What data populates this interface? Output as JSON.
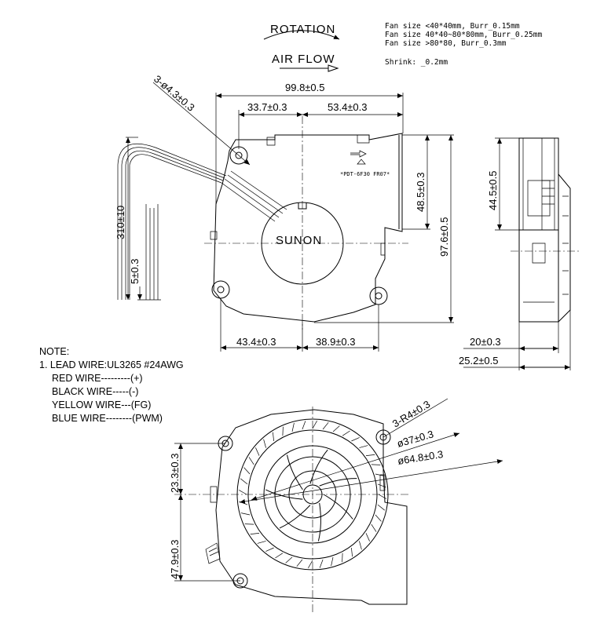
{
  "header": {
    "rotation": "ROTATION",
    "air_flow": "AIR FLOW"
  },
  "spec": {
    "line1": "Fan size <40*40mm, Burr_0.15mm",
    "line2": "Fan size 40*40~80*80mm, Burr_0.25mm",
    "line3": "Fan size >80*80, Burr_0.3mm",
    "shrink": "Shrink: _0.2mm"
  },
  "front_view": {
    "hole_dim": "3-ø4.3±0.3",
    "width_total": "99.8±0.5",
    "width_left": "33.7±0.3",
    "width_right": "53.4±0.3",
    "outlet_height": "48.5±0.3",
    "total_height": "97.6±0.5",
    "lead_length": "310±10",
    "strip": "5±0.3",
    "bottom_left": "43.4±0.3",
    "bottom_right": "38.9±0.3",
    "brand": "SUNON",
    "label_text": "*PDT-6F30 FR07*"
  },
  "side_view": {
    "height": "44.5±0.5",
    "depth_inner": "20±0.3",
    "depth_total": "25.2±0.5"
  },
  "note": {
    "title": "NOTE:",
    "line1": "1. LEAD WIRE:UL3265 #24AWG",
    "red": "RED WIRE---------(+)",
    "black": "BLACK WIRE-----(-)",
    "yellow": "YELLOW WIRE---(FG)",
    "blue": "BLUE WIRE--------(PWM)"
  },
  "bottom_view": {
    "radius": "3-R4±0.3",
    "inner_dia": "ø37±0.3",
    "outer_dia": "ø64.8±0.3",
    "upper_height": "23.3±0.3",
    "lower_height": "47.9±0.3"
  }
}
